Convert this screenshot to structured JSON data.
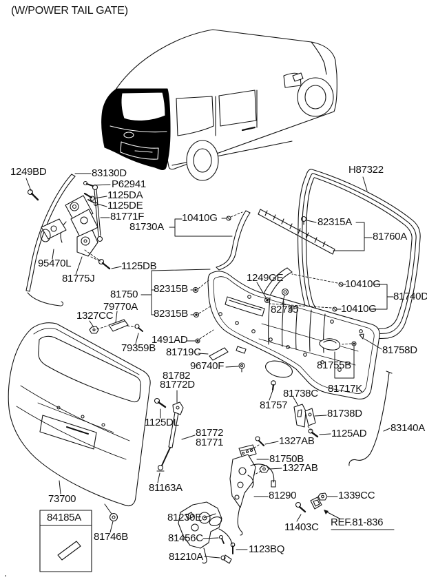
{
  "title": "(W/POWER TAIL GATE)",
  "footnote_dot": ".",
  "colors": {
    "line": "#111111",
    "background": "#ffffff",
    "hatch_fill": "#000000"
  },
  "reference_link": {
    "label": "REF.81-836"
  },
  "labels": [
    {
      "t": "1249BD"
    },
    {
      "t": "83130D"
    },
    {
      "t": "P62941"
    },
    {
      "t": "1125DA"
    },
    {
      "t": "1125DE"
    },
    {
      "t": "81771F"
    },
    {
      "t": "81730A"
    },
    {
      "t": "10410G"
    },
    {
      "t": "H87322"
    },
    {
      "t": "82315A"
    },
    {
      "t": "81760A"
    },
    {
      "t": "95470L"
    },
    {
      "t": "1125DB"
    },
    {
      "t": "81775J"
    },
    {
      "t": "1249GE"
    },
    {
      "t": "10410G"
    },
    {
      "t": "81740D"
    },
    {
      "t": "81750"
    },
    {
      "t": "82315B"
    },
    {
      "t": "82315B"
    },
    {
      "t": "79770A"
    },
    {
      "t": "1327CC"
    },
    {
      "t": "82735"
    },
    {
      "t": "10410G"
    },
    {
      "t": "1491AD"
    },
    {
      "t": "79359B"
    },
    {
      "t": "81719C"
    },
    {
      "t": "81758D"
    },
    {
      "t": "96740F"
    },
    {
      "t": "81755B"
    },
    {
      "t": "81782"
    },
    {
      "t": "81772D"
    },
    {
      "t": "81717K"
    },
    {
      "t": "81738C"
    },
    {
      "t": "81757"
    },
    {
      "t": "81738D"
    },
    {
      "t": "1125DL"
    },
    {
      "t": "83140A"
    },
    {
      "t": "1125AD"
    },
    {
      "t": "81772"
    },
    {
      "t": "81771"
    },
    {
      "t": "1327AB"
    },
    {
      "t": "81750B"
    },
    {
      "t": "1327AB"
    },
    {
      "t": "81163A"
    },
    {
      "t": "81290"
    },
    {
      "t": "1339CC"
    },
    {
      "t": "73700"
    },
    {
      "t": "84185A"
    },
    {
      "t": "81746B"
    },
    {
      "t": "81230E"
    },
    {
      "t": "81456C"
    },
    {
      "t": "81210A"
    },
    {
      "t": "11403C"
    },
    {
      "t": "1123BQ"
    },
    {
      "t": "REF.81-836"
    }
  ]
}
